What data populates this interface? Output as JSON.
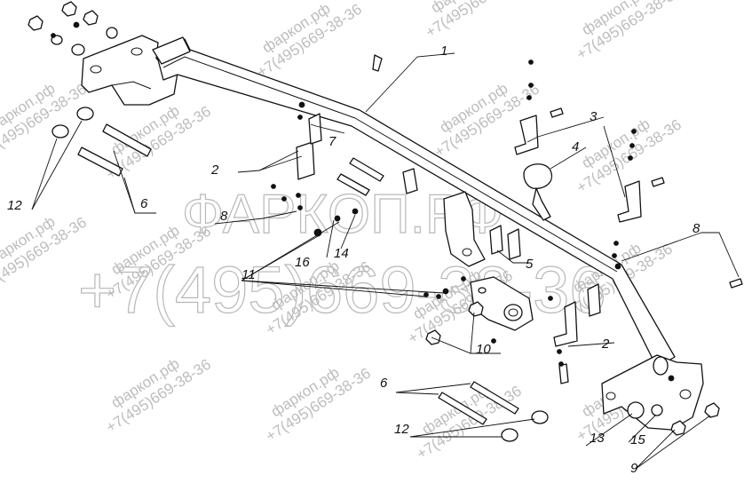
{
  "watermark": {
    "small_site": "фаркоп.рф",
    "small_phone": "+7(495)669-38-36",
    "big_site": "ФАРКОП.РФ",
    "big_phone": "+7(495)669-38-36"
  },
  "callouts": {
    "c1": "1",
    "c2a": "2",
    "c2b": "2",
    "c3": "3",
    "c4": "4",
    "c5": "5",
    "c6a": "6",
    "c6b": "6",
    "c7": "7",
    "c8a": "8",
    "c8b": "8",
    "c9": "9",
    "c10": "10",
    "c11": "11",
    "c12a": "12",
    "c12b": "12",
    "c13": "13",
    "c14": "14",
    "c15": "15",
    "c16": "16"
  }
}
